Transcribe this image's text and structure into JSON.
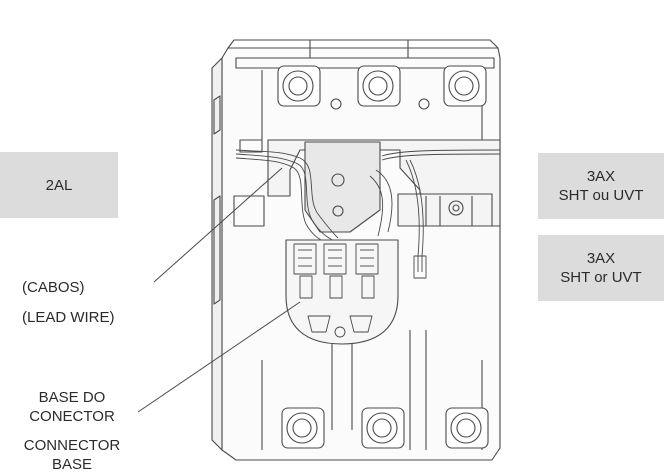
{
  "callouts": {
    "left_box": "2AL",
    "right_box_top": {
      "line1": "3AX",
      "line2": "SHT ou UVT"
    },
    "right_box_bottom": {
      "line1": "3AX",
      "line2": "SHT or UVT"
    }
  },
  "labels": {
    "lead_wire_pt": "(CABOS)",
    "lead_wire_en": "(LEAD WIRE)",
    "connector_base_pt_1": "BASE DO",
    "connector_base_pt_2": "CONECTOR",
    "connector_base_en_1": "CONNECTOR",
    "connector_base_en_2": "BASE"
  },
  "colors": {
    "box_fill": "#dcdcdc",
    "line": "#4a4a4a",
    "text": "#2b2b2b"
  }
}
